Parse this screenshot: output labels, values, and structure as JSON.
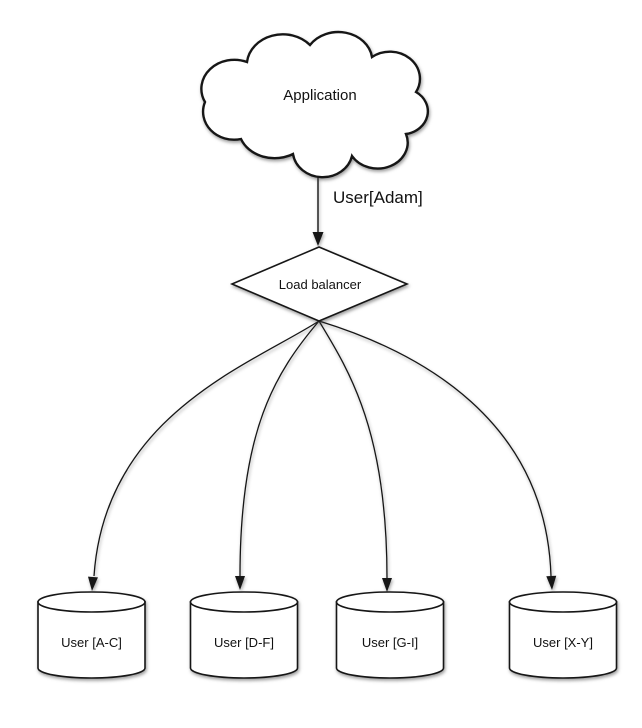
{
  "diagram": {
    "background_color": "#ffffff",
    "stroke_color": "#161616",
    "node_fill_color": "#ffffff",
    "application_node": {
      "label": "Application",
      "shape": "cloud"
    },
    "edge_app_to_lb": {
      "label": "User[Adam]"
    },
    "load_balancer_node": {
      "label": "Load balancer",
      "shape": "diamond"
    },
    "shard_nodes": [
      {
        "label": "User [A-C]",
        "shape": "cylinder"
      },
      {
        "label": "User [D-F]",
        "shape": "cylinder"
      },
      {
        "label": "User [G-I]",
        "shape": "cylinder"
      },
      {
        "label": "User [X-Y]",
        "shape": "cylinder"
      }
    ]
  }
}
